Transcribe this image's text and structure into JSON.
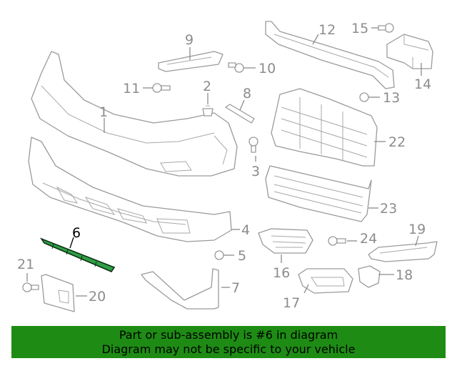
{
  "diagram": {
    "callouts": {
      "c1": "1",
      "c2": "2",
      "c3": "3",
      "c4": "4",
      "c5": "5",
      "c6": "6",
      "c7": "7",
      "c8": "8",
      "c9": "9",
      "c10": "10",
      "c11": "11",
      "c12": "12",
      "c13": "13",
      "c14": "14",
      "c15": "15",
      "c16": "16",
      "c17": "17",
      "c18": "18",
      "c19": "19",
      "c20": "20",
      "c21": "21",
      "c22": "22",
      "c23": "23",
      "c24": "24"
    },
    "highlighted_part": "6",
    "colors": {
      "highlight_part": "#2f9e45",
      "line_art": "#9a9a9a",
      "banner": "#1e8c14"
    }
  },
  "banner": {
    "line1": "Part or sub-assembly is #6 in diagram",
    "line2": "Diagram may not be specific to your vehicle"
  }
}
